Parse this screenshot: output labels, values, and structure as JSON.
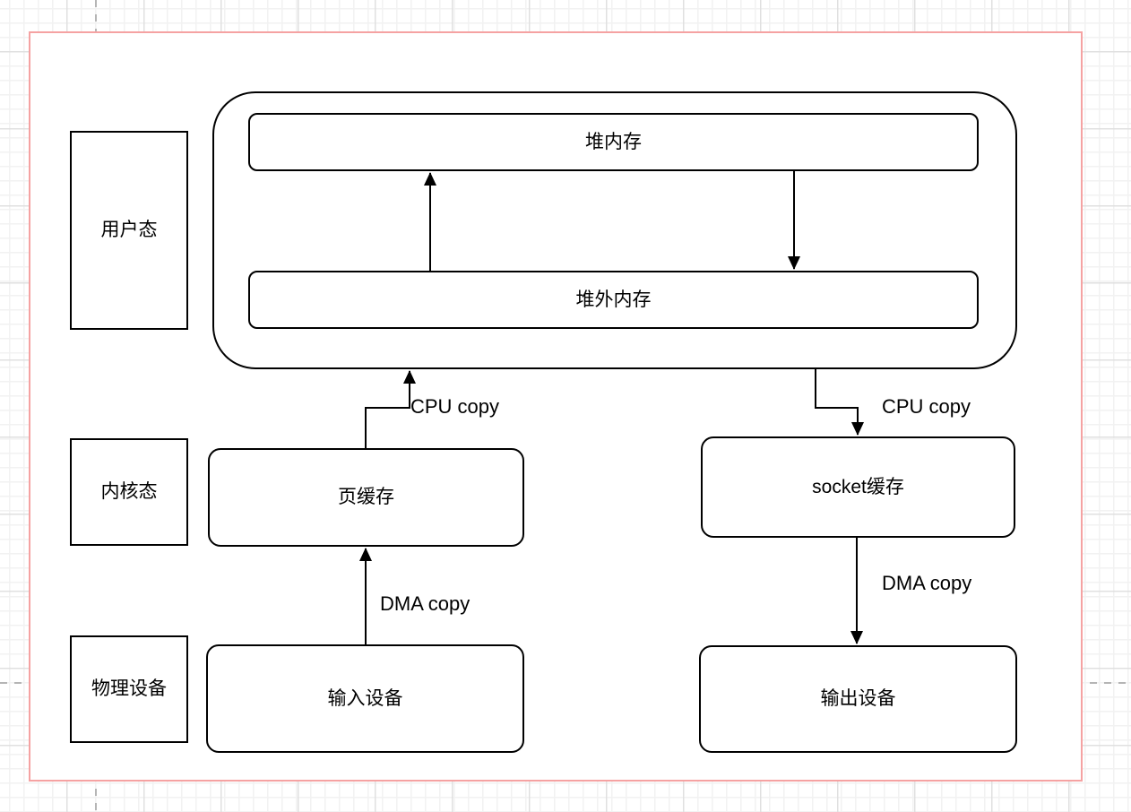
{
  "colors": {
    "page_border": "#f5a2a2",
    "grid_minor": "#f2f2f2",
    "grid_major": "#e0e0e0",
    "guide": "#b5b5b5",
    "stroke": "#000000"
  },
  "lanes": {
    "user_mode": {
      "label": "用户态"
    },
    "kernel_mode": {
      "label": "内核态"
    },
    "physical_device": {
      "label": "物理设备"
    }
  },
  "nodes": {
    "heap_memory": {
      "label": "堆内存"
    },
    "off_heap_memory": {
      "label": "堆外内存"
    },
    "page_cache": {
      "label": "页缓存"
    },
    "socket_buffer": {
      "label": "socket缓存"
    },
    "input_device": {
      "label": "输入设备"
    },
    "output_device": {
      "label": "输出设备"
    }
  },
  "edges": {
    "page_cache_to_user_space": {
      "label": "CPU copy"
    },
    "user_space_to_socket_buffer": {
      "label": "CPU copy"
    },
    "input_device_to_page_cache": {
      "label": "DMA copy"
    },
    "socket_buffer_to_output_device": {
      "label": "DMA copy"
    }
  }
}
